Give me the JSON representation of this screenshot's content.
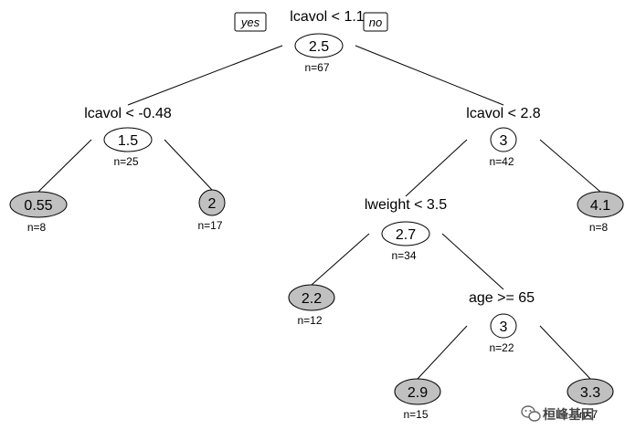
{
  "tree": {
    "yes_label": "yes",
    "no_label": "no",
    "nodes": [
      {
        "id": "root",
        "value": "2.5",
        "n": "n=67",
        "split": "lcavol < 1.1",
        "leaf": false
      },
      {
        "id": "left",
        "value": "1.5",
        "n": "n=25",
        "split": "lcavol < -0.48",
        "leaf": false
      },
      {
        "id": "left-left",
        "value": "0.55",
        "n": "n=8",
        "leaf": true
      },
      {
        "id": "left-right",
        "value": "2",
        "n": "n=17",
        "leaf": true
      },
      {
        "id": "right",
        "value": "3",
        "n": "n=42",
        "split": "lcavol < 2.8",
        "leaf": false
      },
      {
        "id": "right-left",
        "value": "2.7",
        "n": "n=34",
        "split": "lweight < 3.5",
        "leaf": false
      },
      {
        "id": "rl-left",
        "value": "2.2",
        "n": "n=12",
        "leaf": true
      },
      {
        "id": "rl-right",
        "value": "3",
        "n": "n=22",
        "split": "age >= 65",
        "leaf": false
      },
      {
        "id": "rlr-left",
        "value": "2.9",
        "n": "n=15",
        "leaf": true
      },
      {
        "id": "rlr-right",
        "value": "3.3",
        "n": "n=7",
        "leaf": true
      },
      {
        "id": "right-right",
        "value": "4.1",
        "n": "n=8",
        "leaf": true
      }
    ],
    "edges": [
      [
        "root",
        "left"
      ],
      [
        "root",
        "right"
      ],
      [
        "left",
        "left-left"
      ],
      [
        "left",
        "left-right"
      ],
      [
        "right",
        "right-left"
      ],
      [
        "right",
        "right-right"
      ],
      [
        "right-left",
        "rl-left"
      ],
      [
        "right-left",
        "rl-right"
      ],
      [
        "rl-right",
        "rlr-left"
      ],
      [
        "rl-right",
        "rlr-right"
      ]
    ],
    "colors": {
      "leaf_fill": "#c0c0c0",
      "inner_fill": "#ffffff",
      "stroke": "#000000"
    }
  },
  "watermark": {
    "icon": "wechat-icon",
    "text": "桓峰基因"
  }
}
